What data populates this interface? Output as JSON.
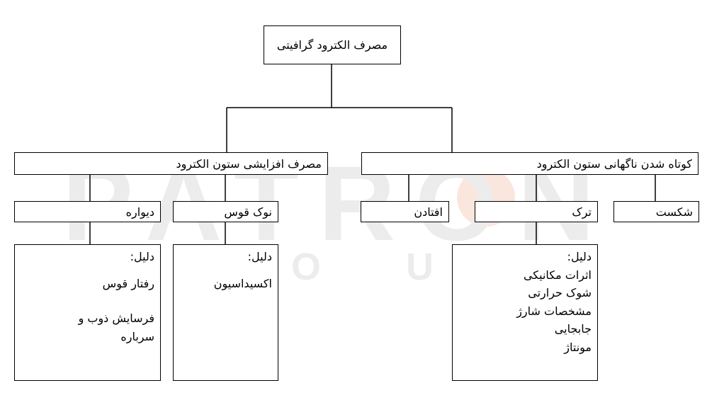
{
  "watermark": {
    "main": "PATRON",
    "sub": "GROUP",
    "accent_color": "#f4b49a"
  },
  "root": {
    "label": "مصرف الکترود گرافیتی"
  },
  "branches": {
    "increased": {
      "label": "مصرف افزایشی ستون الکترود",
      "children": {
        "wall": {
          "label": "دیواره",
          "reason_title": "دلیل:",
          "reasons": [
            "رفتار قوس",
            "",
            "فرسایش ذوب و",
            "سرباره"
          ]
        },
        "arc_tip": {
          "label": "نوک قوس",
          "reason_title": "دلیل:",
          "reasons": [
            "اکسیداسیون"
          ]
        }
      }
    },
    "sudden": {
      "label": "کوتاه شدن ناگهانی ستون الکترود",
      "children": {
        "fall": {
          "label": "افتادن"
        },
        "crack": {
          "label": "ترک",
          "reason_title": "دلیل:",
          "reasons": [
            "اثرات مکانیکی",
            "شوک حرارتی",
            "مشخصات شارژ",
            "جابجایی",
            "مونتاژ"
          ]
        },
        "break": {
          "label": "شکست"
        }
      }
    }
  }
}
